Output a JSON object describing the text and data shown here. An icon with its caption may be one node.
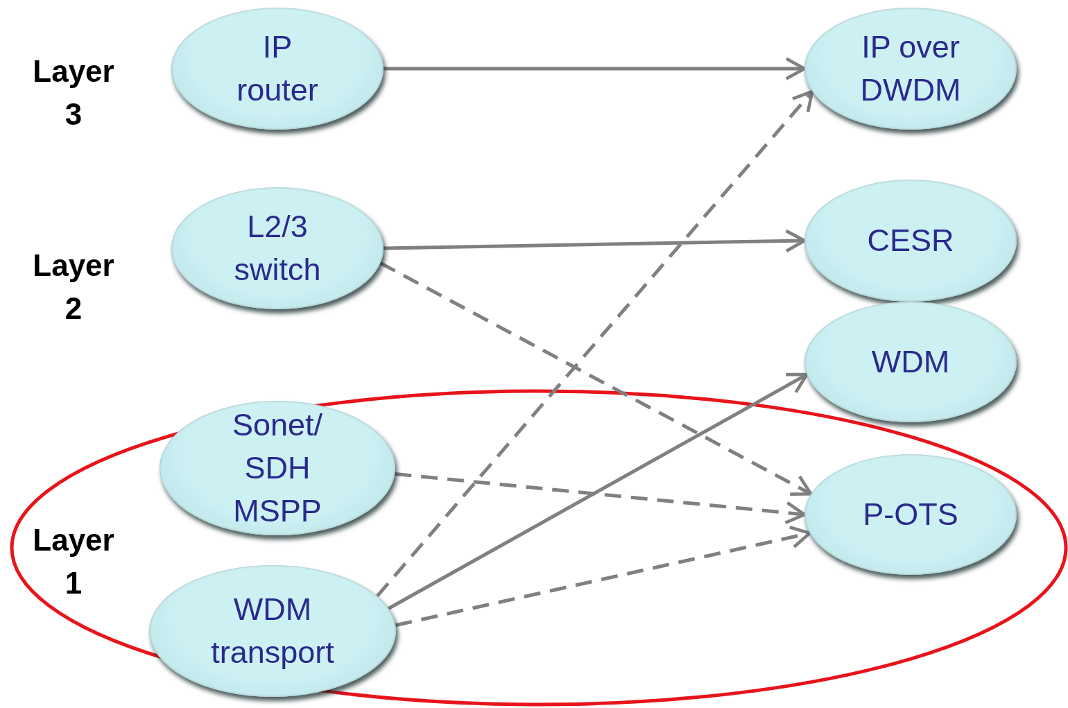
{
  "diagram": {
    "nodes": [
      {
        "text": [
          "IP router"
        ]
      },
      {
        "text": [
          "L2/3 switch"
        ]
      },
      {
        "text": [
          "Sonet/ SDH MSPP"
        ]
      },
      {
        "text": [
          "WDM transport"
        ]
      },
      {
        "text": [
          "IP over DWDM"
        ]
      },
      {
        "text": [
          "CESR"
        ]
      },
      {
        "text": [
          "WDM"
        ]
      },
      {
        "text": [
          "P-OTS"
        ]
      }
    ],
    "edges": [
      {
        "from": 0,
        "to": 4,
        "arrow": "to"
      },
      {
        "from": 1,
        "to": 5,
        "arrow": "to"
      },
      {
        "from": 1,
        "to": 7,
        "arrow": "to",
        "style": "dashed"
      },
      {
        "from": 2,
        "to": 7,
        "arrow": "to",
        "style": "dashed"
      },
      {
        "from": 3,
        "to": 4,
        "arrow": "to",
        "style": "dashed"
      },
      {
        "from": 3,
        "to": 6,
        "arrow": "to"
      },
      {
        "from": 3,
        "to": 7,
        "arrow": "to",
        "style": "dashed"
      }
    ],
    "labels": [
      "Layer 3",
      "Layer 2",
      "Layer 1"
    ]
  }
}
